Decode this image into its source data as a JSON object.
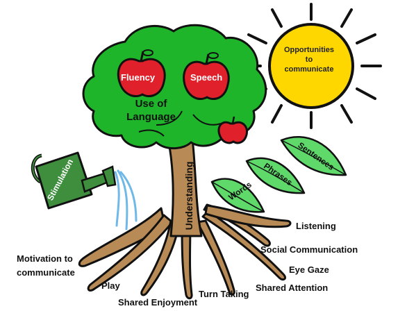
{
  "sun": {
    "text": "Opportunities to communicate",
    "fill": "#FFD700"
  },
  "apples": {
    "fluency": "Fluency",
    "speech": "Speech",
    "color": "#E0202A"
  },
  "canopy": {
    "label": "Use of Language",
    "color": "#1FB52A"
  },
  "trunk": {
    "label": "Understanding",
    "color": "#B88A55"
  },
  "watering_can": {
    "label": "Stimulation",
    "color": "#3E8E3E"
  },
  "leaves": [
    "Words",
    "Phrases",
    "Sentences"
  ],
  "leaf_color": "#5ED96A",
  "roots": {
    "motivation": "Motivation to communicate",
    "play": "Play",
    "shared_enjoyment": "Shared Enjoyment",
    "turn_taking": "Turn Taking",
    "shared_attention": "Shared Attention",
    "eye_gaze": "Eye Gaze",
    "social_communication": "Social Communication",
    "listening": "Listening"
  }
}
